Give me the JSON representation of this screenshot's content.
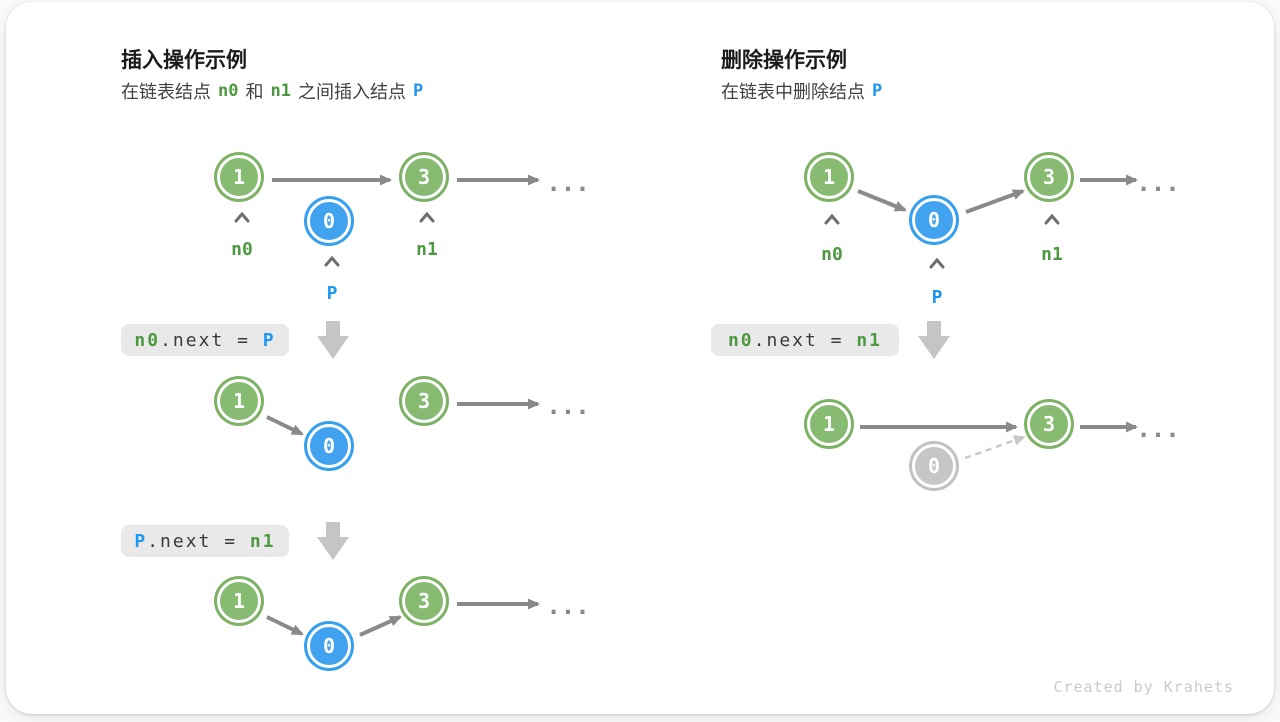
{
  "insert": {
    "title": "插入操作示例",
    "subtitle": {
      "t1": "在链表结点",
      "n0": "n0",
      "t2": "和",
      "n1": "n1",
      "t3": "之间插入结点",
      "p": "P"
    },
    "code1": {
      "lhs": "n0",
      "mid": ".next = ",
      "rhs": "P"
    },
    "code2": {
      "lhs": "P",
      "mid": ".next = ",
      "rhs": "n1"
    }
  },
  "remove": {
    "title": "删除操作示例",
    "subtitle": {
      "t1": "在链表中删除结点",
      "p": "P"
    },
    "code1": {
      "lhs": "n0",
      "mid": ".next = ",
      "rhs": "n1"
    }
  },
  "nodes": {
    "v1": "1",
    "v3": "3",
    "v0": "0"
  },
  "pointers": {
    "n0": "n0",
    "n1": "n1",
    "p": "P"
  },
  "ellipsis": "...",
  "credit": "Created by Krahets",
  "colors": {
    "node_green": "#87bb71",
    "node_blue": "#41a3ef",
    "node_gray": "#c6c6c6",
    "token_green": "#4e9940",
    "token_blue": "#1e96f0",
    "arrow_gray": "#8a8a8a",
    "dashed_gray": "#c9c9c9",
    "chip_bg": "#e9e9e9"
  }
}
